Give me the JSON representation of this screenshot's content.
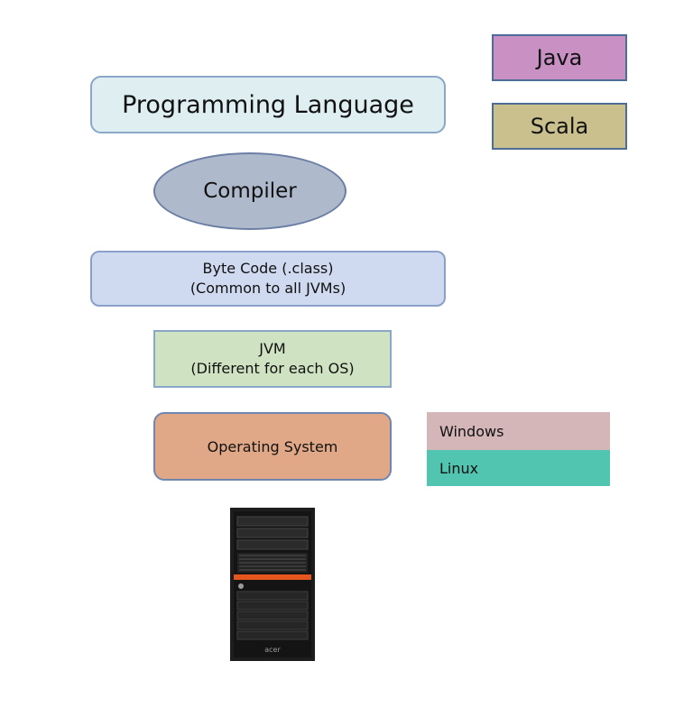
{
  "diagram": {
    "programming_language": "Programming Language",
    "compiler": "Compiler",
    "byte_code": {
      "line1": "Byte Code (.class)",
      "line2": "(Common to all JVMs)"
    },
    "jvm": {
      "line1": "JVM",
      "line2": "(Different for each OS)"
    },
    "operating_system": "Operating System",
    "languages": [
      "Java",
      "Scala"
    ],
    "os_options": [
      "Windows",
      "Linux"
    ],
    "server_image": {
      "icon": "server-tower-icon",
      "brand": "acer"
    }
  },
  "colors": {
    "language_box": "#dfeef0",
    "compiler": "#aeb9cc",
    "byte_code": "#cfdaf0",
    "jvm": "#cfe3c2",
    "operating_system": "#e0a887",
    "java": "#c990c4",
    "scala": "#c9c08d",
    "windows": "#d4b5b8",
    "linux": "#52c5b1"
  }
}
